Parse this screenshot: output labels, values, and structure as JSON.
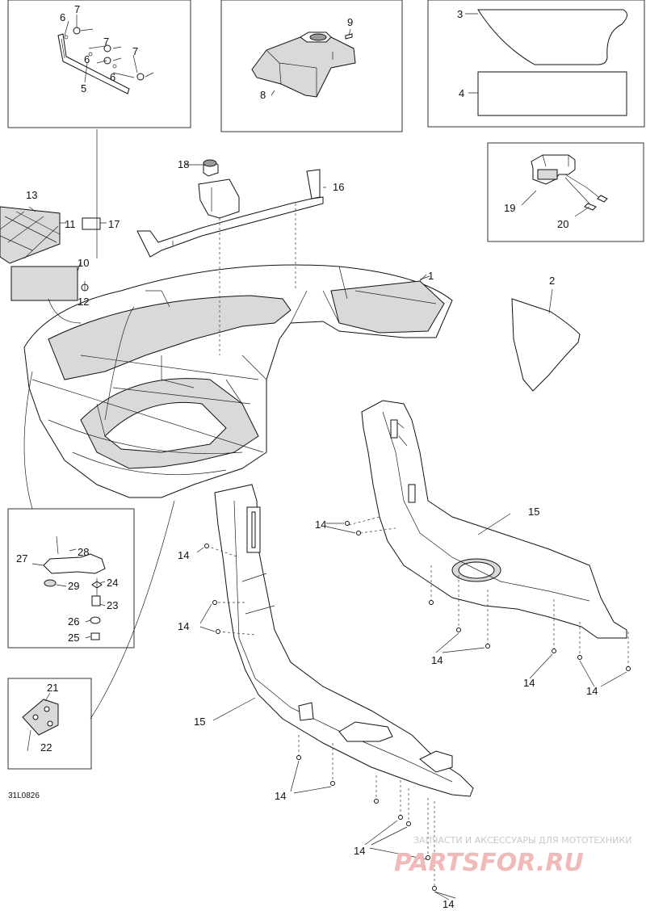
{
  "figure_code": "31L0826",
  "watermark": {
    "tagline": "ЗАПЧАСТИ И АКСЕССУАРЫ ДЛЯ МОТОТЕХНИКИ",
    "brand": "PARTSFOR.RU"
  },
  "callouts": {
    "c1": "1",
    "c2": "2",
    "c3": "3",
    "c4": "4",
    "c5": "5",
    "c6a": "6",
    "c6b": "6",
    "c6c": "6",
    "c7a": "7",
    "c7b": "7",
    "c7c": "7",
    "c8": "8",
    "c9": "9",
    "c10": "10",
    "c11": "11",
    "c12": "12",
    "c13": "13",
    "c14a": "14",
    "c14b": "14",
    "c14c": "14",
    "c14d": "14",
    "c14e": "14",
    "c14f": "14",
    "c14g": "14",
    "c14h": "14",
    "c14i": "14",
    "c15a": "15",
    "c15b": "15",
    "c16": "16",
    "c17": "17",
    "c18": "18",
    "c19": "19",
    "c20": "20",
    "c21": "21",
    "c22": "22",
    "c23": "23",
    "c24": "24",
    "c25": "25",
    "c26": "26",
    "c27": "27",
    "c28": "28",
    "c29": "29"
  }
}
